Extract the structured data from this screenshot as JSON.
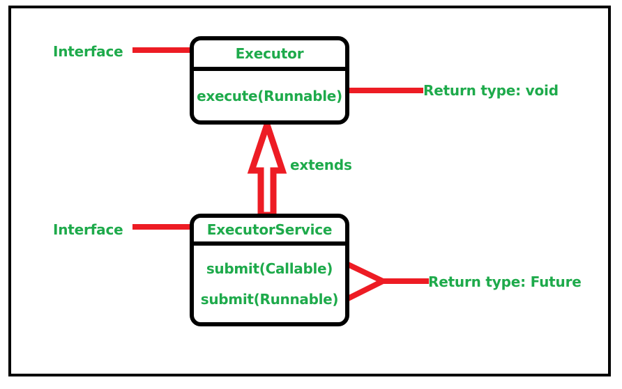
{
  "diagram": {
    "title_text_color": "#1eaa4b",
    "line_color": "#ed1c24",
    "border_color": "#000000",
    "background": "#ffffff",
    "classes": [
      {
        "id": "executor",
        "name": "Executor",
        "stereotype_label": "Interface",
        "methods": [
          "execute(Runnable)"
        ]
      },
      {
        "id": "executorservice",
        "name": "ExecutorService",
        "stereotype_label": "Interface",
        "methods": [
          "submit(Callable)",
          "submit(Runnable)"
        ]
      }
    ],
    "relationship": {
      "label": "extends",
      "from": "ExecutorService",
      "to": "Executor",
      "arrow_style": "hollow-triangle-generalization"
    },
    "annotations": {
      "interface_top": "Interface",
      "interface_bottom": "Interface",
      "return_void": "Return type: void",
      "return_future": "Return type: Future"
    }
  }
}
